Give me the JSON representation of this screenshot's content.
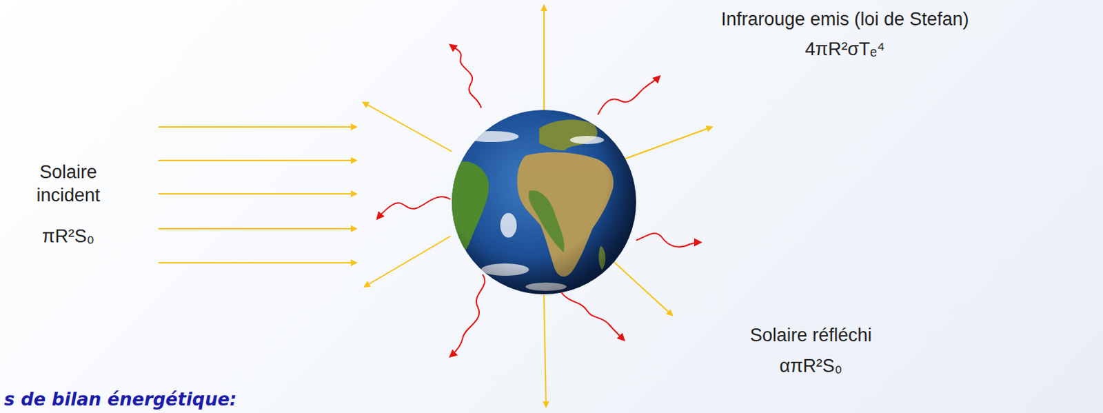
{
  "diagram": {
    "labels": [
      "Solaire incident",
      "πR²S₀",
      "Infrarouge emis (loi de Stefan)",
      "4πR²σTₑ⁴",
      "Solaire réfléchi",
      "απR²S₀",
      "s de bilan énergétique:"
    ]
  }
}
